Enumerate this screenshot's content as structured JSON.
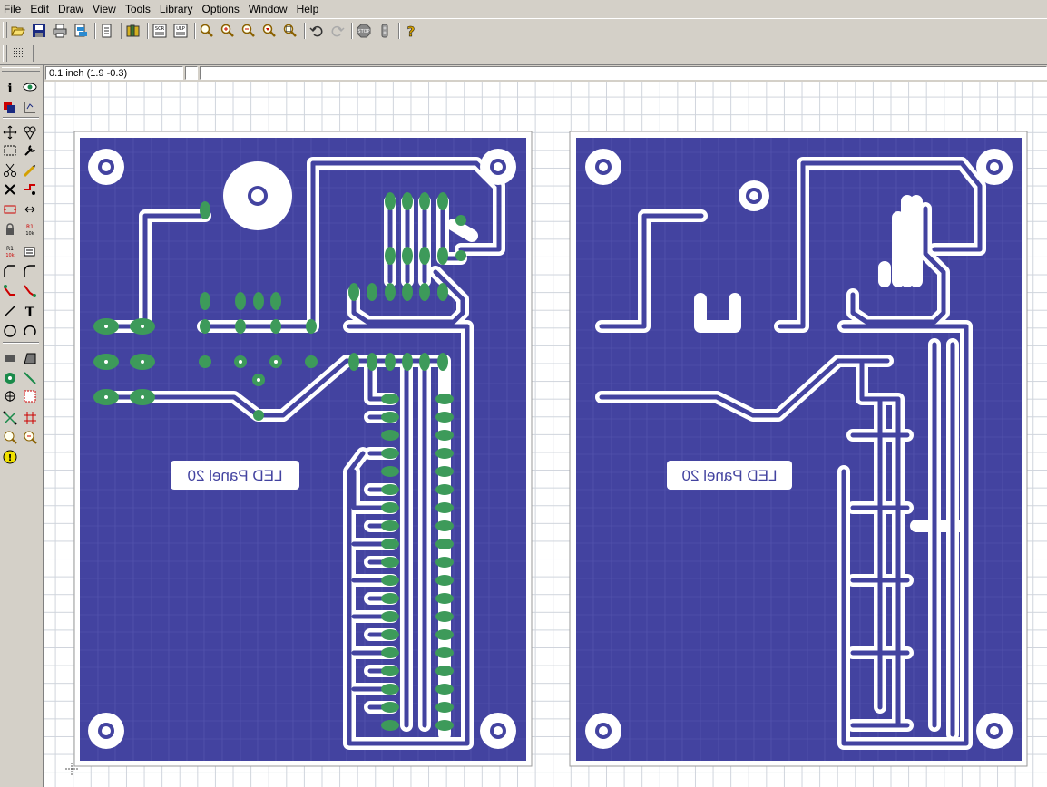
{
  "menu": [
    "File",
    "Edit",
    "Draw",
    "View",
    "Tools",
    "Library",
    "Options",
    "Window",
    "Help"
  ],
  "status": {
    "grid": "0.1 inch (1.9 -0.3)",
    "extra": ""
  },
  "toolbar_icons": [
    "open-icon",
    "save-icon",
    "print-icon",
    "print-preview-icon",
    "export-icon",
    "library-icon",
    "screen-capture-icon",
    "print-area-icon",
    "zoom-in-icon",
    "zoom-window-icon",
    "zoom-out-icon",
    "zoom-previous-icon",
    "zoom-fit-icon",
    "undo-icon",
    "redo-icon",
    "stop-icon",
    "erc-icon",
    "help-icon"
  ],
  "sidebar_icons": [
    "info-icon",
    "view-icon",
    "layers-icon",
    "ruler-icon",
    "move-icon",
    "copy-icon",
    "select-icon",
    "property-icon",
    "cut-icon",
    "split-icon",
    "delete-icon",
    "autoroute-icon",
    "group-icon",
    "mirror-icon",
    "lock-icon",
    "name-icon",
    "value-icon",
    "change-icon",
    "miter-icon",
    "bend-icon",
    "route-icon",
    "ripup-icon",
    "wire-icon",
    "text-icon",
    "circle-icon",
    "arc-icon",
    "rect-icon",
    "polygon-icon",
    "via-icon",
    "signal-icon",
    "hole-icon",
    "attribute-icon",
    "ratsnest-icon",
    "autorouter-icon",
    "drc-icon",
    "errors-icon",
    "warning-icon"
  ],
  "boards": [
    {
      "name": "component-side-board",
      "label": "LED Panel 20"
    },
    {
      "name": "solder-side-board",
      "label": "LED Panel 20"
    }
  ],
  "colors": {
    "copper_bottom": "#4343a0",
    "pad_green": "#3d9a5a",
    "grid": "#cfd4dc",
    "chrome": "#d4d0c8"
  }
}
